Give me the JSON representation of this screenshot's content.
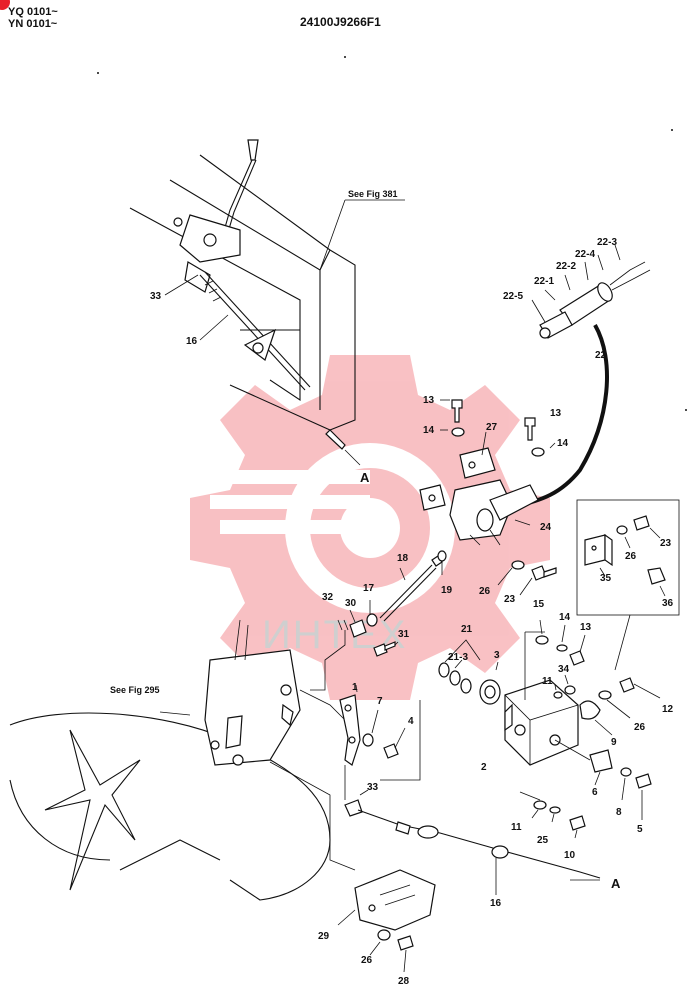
{
  "header": {
    "serial_line_1": "YQ 0101~",
    "serial_line_2": "YN 0101~",
    "drawing_number": "24100J9266F1"
  },
  "references": {
    "fig_381": "See Fig 381",
    "fig_295": "See Fig 295"
  },
  "connection_marker": "A",
  "watermark_text": "ИНТЕХ",
  "colors": {
    "line": "#111111",
    "watermark": "#e8202a",
    "paper": "#ffffff"
  },
  "parts": [
    {
      "id": "p33a",
      "label": "33"
    },
    {
      "id": "p16a",
      "label": "16"
    },
    {
      "id": "p22-1",
      "label": "22-1"
    },
    {
      "id": "p22-2",
      "label": "22-2"
    },
    {
      "id": "p22-3",
      "label": "22-3"
    },
    {
      "id": "p22-4",
      "label": "22-4"
    },
    {
      "id": "p22-5",
      "label": "22-5"
    },
    {
      "id": "p22",
      "label": "22"
    },
    {
      "id": "p13a",
      "label": "13"
    },
    {
      "id": "p14a",
      "label": "14"
    },
    {
      "id": "p27",
      "label": "27"
    },
    {
      "id": "p13b",
      "label": "13"
    },
    {
      "id": "p14b",
      "label": "14"
    },
    {
      "id": "p24",
      "label": "24"
    },
    {
      "id": "p18",
      "label": "18"
    },
    {
      "id": "p19",
      "label": "19"
    },
    {
      "id": "p17",
      "label": "17"
    },
    {
      "id": "p26a",
      "label": "26"
    },
    {
      "id": "p23a",
      "label": "23"
    },
    {
      "id": "p32",
      "label": "32"
    },
    {
      "id": "p30",
      "label": "30"
    },
    {
      "id": "p31",
      "label": "31"
    },
    {
      "id": "p21",
      "label": "21"
    },
    {
      "id": "p21-3",
      "label": "21-3"
    },
    {
      "id": "p3",
      "label": "3"
    },
    {
      "id": "p15",
      "label": "15"
    },
    {
      "id": "p14c",
      "label": "14"
    },
    {
      "id": "p13c",
      "label": "13"
    },
    {
      "id": "p34",
      "label": "34"
    },
    {
      "id": "p11a",
      "label": "11"
    },
    {
      "id": "p12",
      "label": "12"
    },
    {
      "id": "p26b",
      "label": "26"
    },
    {
      "id": "p9",
      "label": "9"
    },
    {
      "id": "p1",
      "label": "1"
    },
    {
      "id": "p7",
      "label": "7"
    },
    {
      "id": "p4",
      "label": "4"
    },
    {
      "id": "p2",
      "label": "2"
    },
    {
      "id": "p6",
      "label": "6"
    },
    {
      "id": "p8",
      "label": "8"
    },
    {
      "id": "p5",
      "label": "5"
    },
    {
      "id": "p33b",
      "label": "33"
    },
    {
      "id": "p11b",
      "label": "11"
    },
    {
      "id": "p25",
      "label": "25"
    },
    {
      "id": "p10",
      "label": "10"
    },
    {
      "id": "p16b",
      "label": "16"
    },
    {
      "id": "p29",
      "label": "29"
    },
    {
      "id": "p26c",
      "label": "26"
    },
    {
      "id": "p28",
      "label": "28"
    },
    {
      "id": "p35",
      "label": "35"
    },
    {
      "id": "p26d",
      "label": "26"
    },
    {
      "id": "p23b",
      "label": "23"
    },
    {
      "id": "p36",
      "label": "36"
    }
  ]
}
